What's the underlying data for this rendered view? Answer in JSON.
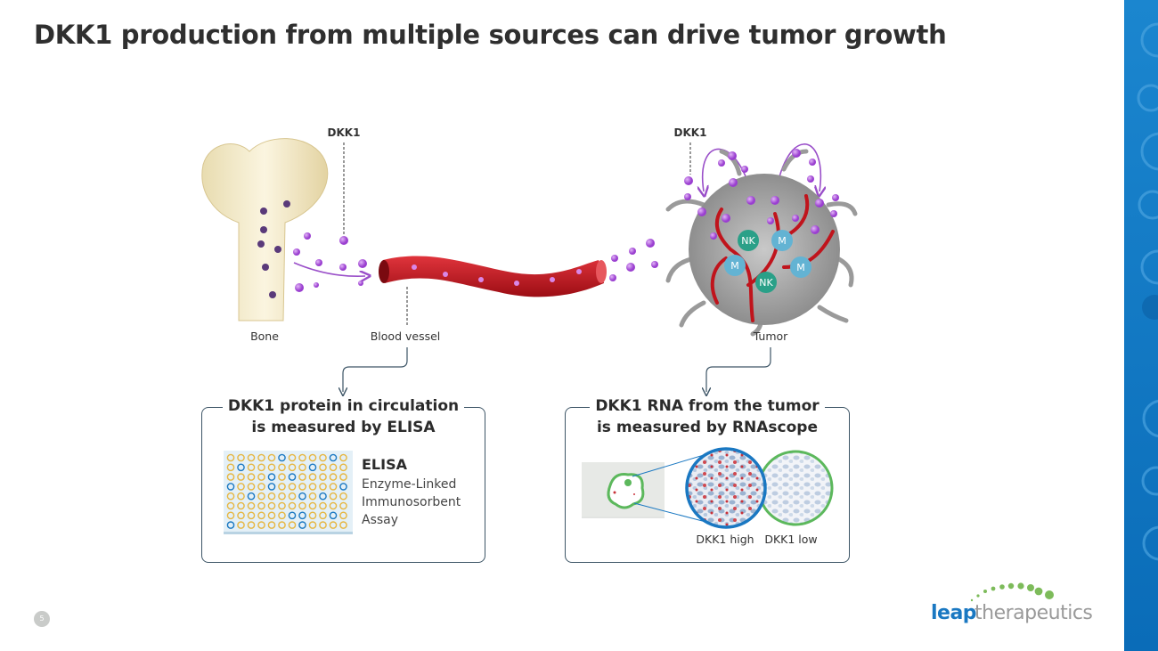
{
  "slide": {
    "title": "DKK1 production from multiple sources can drive tumor growth",
    "page_number": "5"
  },
  "diagram": {
    "dkk1_label_left": "DKK1",
    "dkk1_label_right": "DKK1",
    "bone_label": "Bone",
    "vessel_label": "Blood vessel",
    "tumor_label": "Tumor",
    "cells": {
      "nk": "NK",
      "macrophage": "M"
    }
  },
  "left_box": {
    "heading_line1": "DKK1 protein in circulation",
    "heading_line2": "is measured by ELISA",
    "elisa_title": "ELISA",
    "elisa_lines": [
      "Enzyme-Linked",
      "Immunosorbent",
      "Assay"
    ]
  },
  "right_box": {
    "heading_line1": "DKK1 RNA from the tumor",
    "heading_line2": "is measured by RNAscope",
    "high_label": "DKK1 high",
    "low_label": "DKK1 low"
  },
  "logo": {
    "part1": "leap",
    "part2": "therapeutics"
  },
  "colors": {
    "brand_blue": "#1a78c2",
    "brand_green": "#7dbb5a",
    "dkk1_purple": "#a64fd6",
    "vessel_red": "#c0141c",
    "box_border": "#3d5566"
  }
}
